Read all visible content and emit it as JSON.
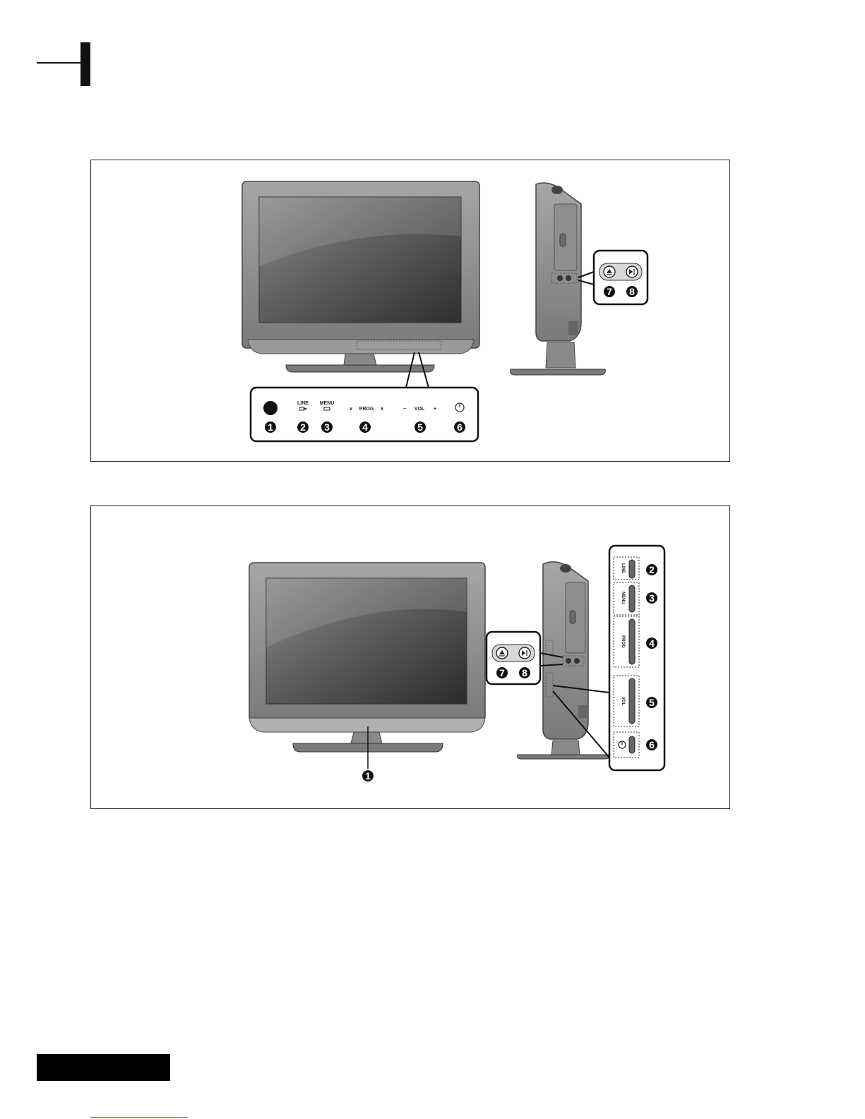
{
  "front_panel": {
    "labels": {
      "line": "LINE",
      "menu": "MENU",
      "prog": "PROG",
      "vol": "VOL"
    },
    "symbols": {
      "minus": "−",
      "plus": "+",
      "down": "∨",
      "up": "∧"
    },
    "badges": [
      "1",
      "2",
      "3",
      "4",
      "5",
      "6"
    ],
    "side_badges": [
      "7",
      "8"
    ]
  },
  "side_panel": {
    "labels": {
      "line": "LINE",
      "menu": "MENU",
      "prog": "PROG",
      "vol": "VOL"
    },
    "badges": [
      "2",
      "3",
      "4",
      "5",
      "6"
    ],
    "side_badges": [
      "7",
      "8"
    ],
    "front_badge": "1"
  },
  "icons": [
    "power-icon",
    "eject-icon",
    "play-pause-icon",
    "source-icon",
    "menu-icon"
  ],
  "colors": {
    "ink": "#111111",
    "tv_body": "#8a8a8a",
    "screen": "#555555",
    "link": "#3355cc"
  }
}
